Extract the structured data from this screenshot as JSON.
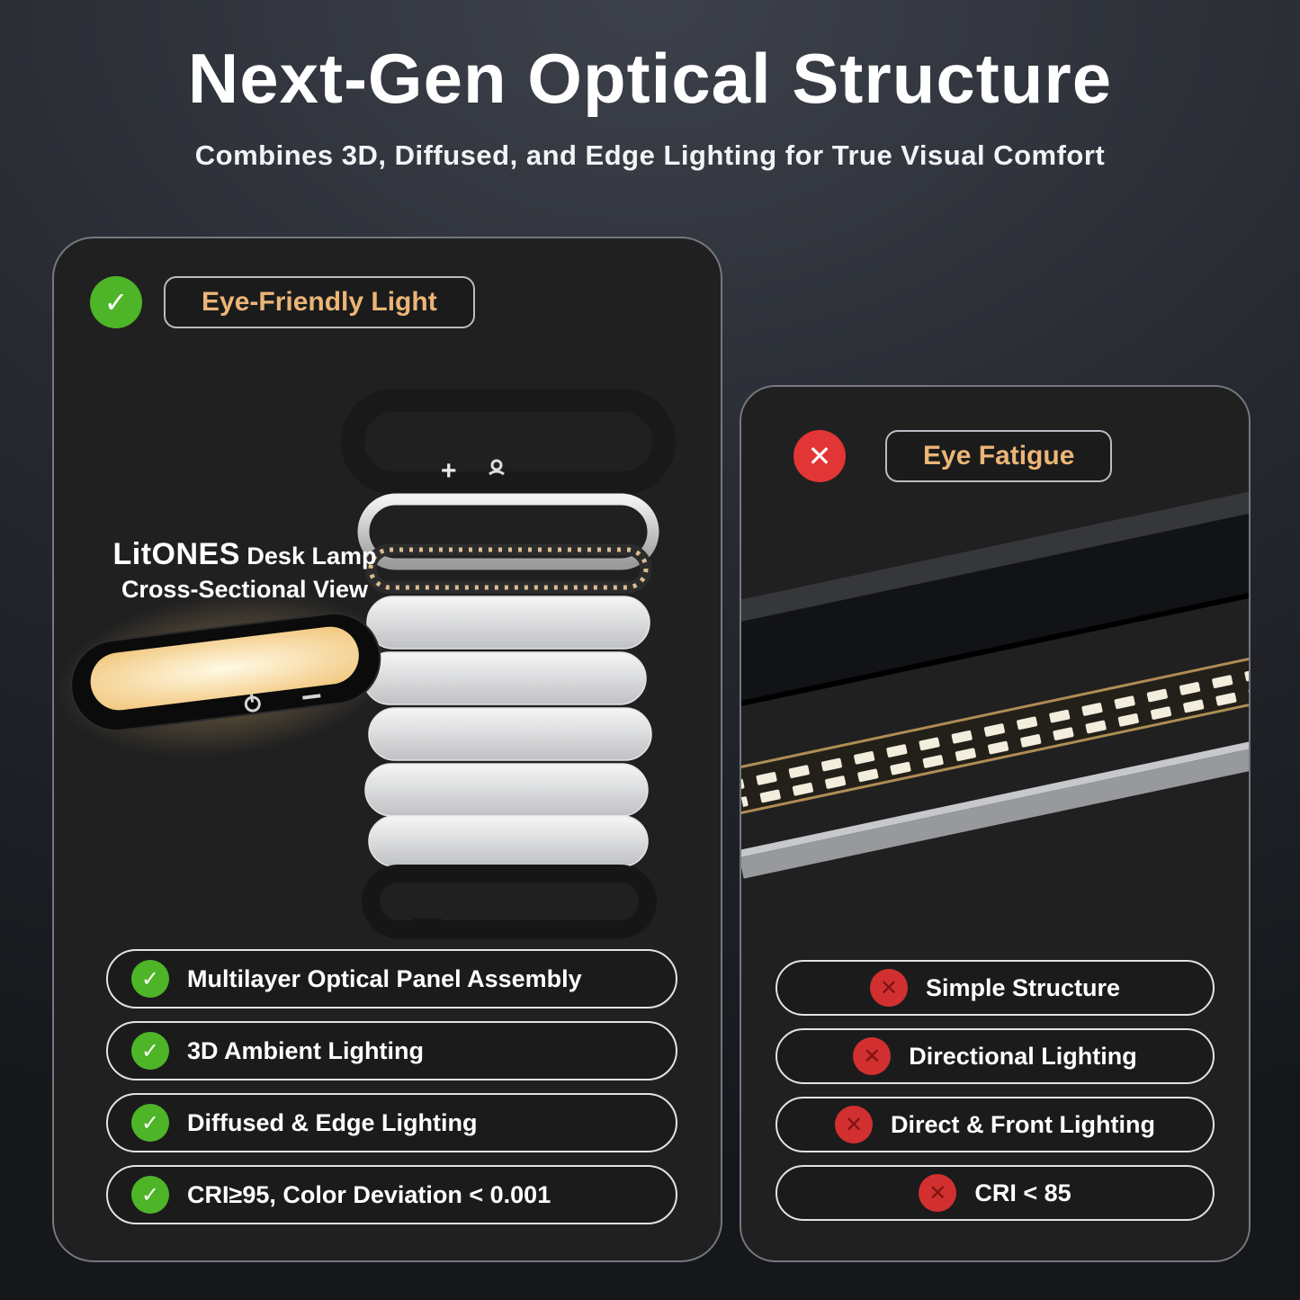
{
  "header": {
    "title": "Next-Gen Optical Structure",
    "subtitle": "Combines 3D, Diffused, and Edge Lighting for True Visual Comfort"
  },
  "left_panel": {
    "badge_label": "Eye-Friendly Light",
    "caption_brand": "LitONES",
    "caption_product": "Desk Lamp",
    "caption_view": "Cross-Sectional View",
    "features": [
      "Multilayer Optical Panel Assembly",
      "3D Ambient Lighting",
      "Diffused & Edge Lighting",
      "CRI≥95, Color Deviation < 0.001"
    ]
  },
  "right_panel": {
    "badge_label": "Eye Fatigue",
    "features": [
      "Simple Structure",
      "Directional Lighting",
      "Direct & Front Lighting",
      "CRI < 85"
    ]
  },
  "icons": {
    "check": "✓",
    "cross": "✕",
    "plus": "+",
    "minus": "−"
  },
  "colors": {
    "accent_orange": "#ECB576",
    "check_green": "#4DB527",
    "cross_red": "#E23535",
    "panel_bg": "#202021"
  }
}
